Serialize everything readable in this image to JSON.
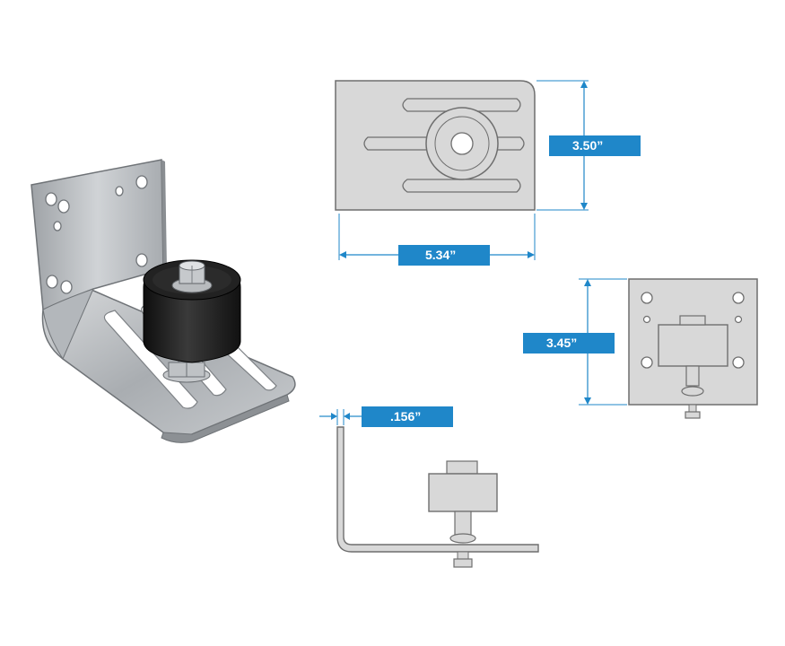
{
  "colors": {
    "background": "#ffffff",
    "dimension_badge": "#1f87c9",
    "dimension_line": "#1f87c9",
    "drawing_fill": "#d8d8d8",
    "drawing_stroke": "#6e6e6e",
    "roller": "#1c1c1c",
    "steel": "#b9bcbf"
  },
  "icons": {
    "product_photo": "stay-roller-bracket-icon",
    "top_view": "bracket-top-view-icon",
    "front_view": "bracket-front-view-icon",
    "side_view": "bracket-side-view-icon"
  },
  "dimensions": {
    "height": "3.50”",
    "length": "5.34”",
    "width": "3.45”",
    "thickness": ".156”"
  }
}
